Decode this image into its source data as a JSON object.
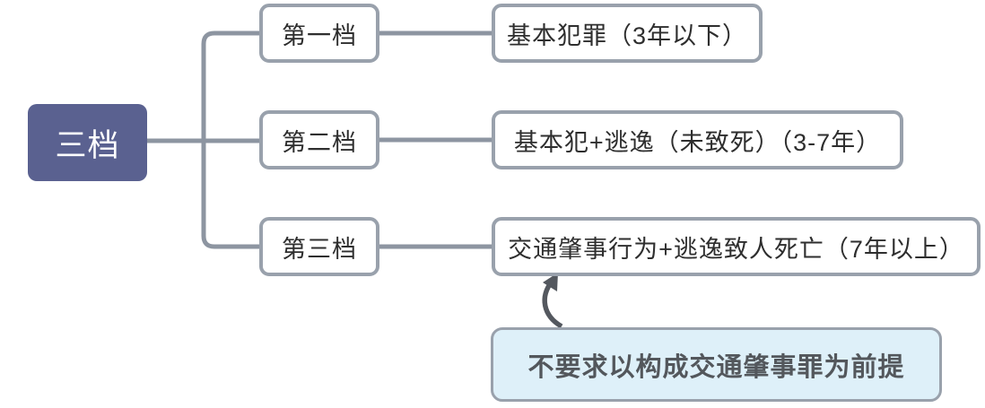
{
  "diagram": {
    "root": {
      "label": "三档"
    },
    "tiers": [
      {
        "level": "第一档",
        "detail": "基本犯罪（3年以下）"
      },
      {
        "level": "第二档",
        "detail": "基本犯+逃逸（未致死）（3-7年）"
      },
      {
        "level": "第三档",
        "detail": "交通肇事行为+逃逸致人死亡（7年以上）"
      }
    ],
    "note": {
      "text": "不要求以构成交通肇事罪为前提"
    }
  },
  "colors": {
    "root_bg": "#5a6190",
    "root_text": "#ffffff",
    "node_border": "#99a1ac",
    "node_text": "#2e2e2e",
    "connector": "#8d95a1",
    "note_bg": "#def0f9",
    "note_text": "#53575c",
    "arrow": "#54585f"
  }
}
